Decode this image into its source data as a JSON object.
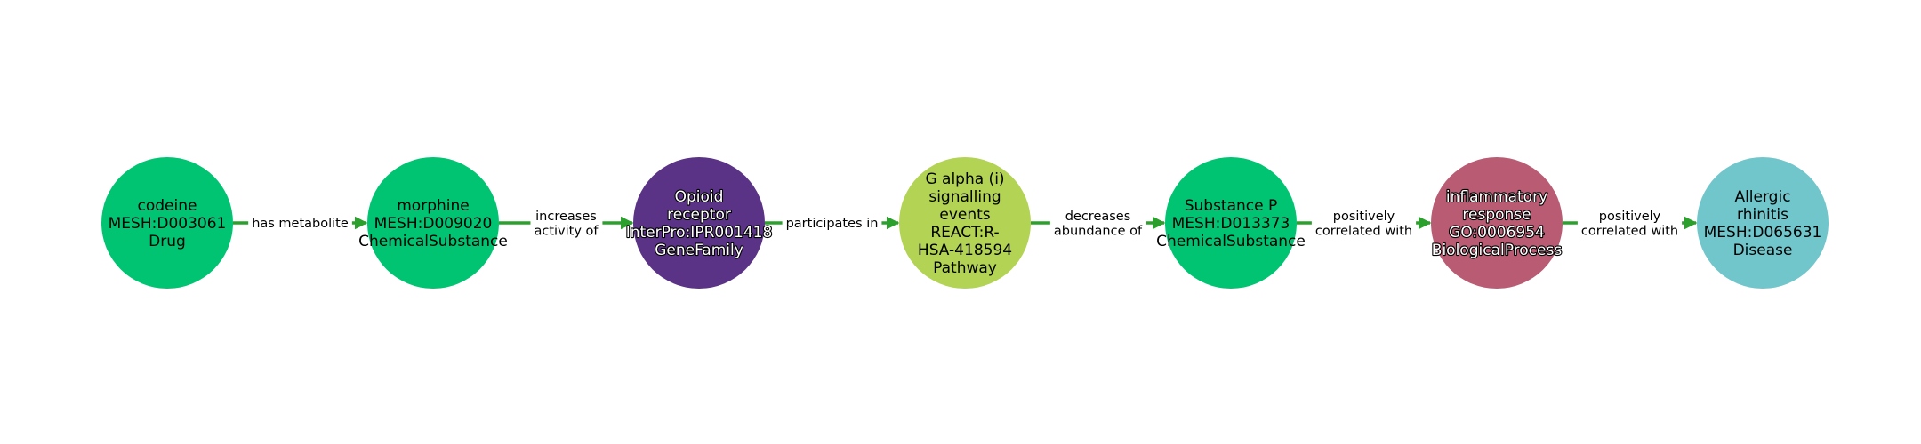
{
  "colors": {
    "edge": "#2ca02c",
    "label_box": "#ffffff"
  },
  "nodes": [
    {
      "lines": [
        "codeine",
        "MESH:D003061",
        "Drug"
      ],
      "color": "#00c472",
      "text_style": "dark"
    },
    {
      "lines": [
        "morphine",
        "MESH:D009020",
        "ChemicalSubstance"
      ],
      "color": "#00c472",
      "text_style": "dark"
    },
    {
      "lines": [
        "Opioid",
        "receptor",
        "InterPro:IPR001418",
        "GeneFamily"
      ],
      "color": "#5a3386",
      "text_style": "light"
    },
    {
      "lines": [
        "G alpha (i)",
        "signalling",
        "events",
        "REACT:R-",
        "HSA-418594",
        "Pathway"
      ],
      "color": "#b2d353",
      "text_style": "dark"
    },
    {
      "lines": [
        "Substance P",
        "MESH:D013373",
        "ChemicalSubstance"
      ],
      "color": "#00c472",
      "text_style": "dark"
    },
    {
      "lines": [
        "inflammatory",
        "response",
        "GO:0006954",
        "BiologicalProcess"
      ],
      "color": "#b95b72",
      "text_style": "light"
    },
    {
      "lines": [
        "Allergic",
        "rhinitis",
        "MESH:D065631",
        "Disease"
      ],
      "color": "#71c6cb",
      "text_style": "dark"
    }
  ],
  "edges": [
    {
      "from": 0,
      "to": 1,
      "lines": [
        "has metabolite"
      ]
    },
    {
      "from": 1,
      "to": 2,
      "lines": [
        "increases",
        "activity of"
      ]
    },
    {
      "from": 2,
      "to": 3,
      "lines": [
        "participates in"
      ]
    },
    {
      "from": 3,
      "to": 4,
      "lines": [
        "decreases",
        "abundance of"
      ]
    },
    {
      "from": 4,
      "to": 5,
      "lines": [
        "positively",
        "correlated with"
      ]
    },
    {
      "from": 5,
      "to": 6,
      "lines": [
        "positively",
        "correlated with"
      ]
    }
  ]
}
